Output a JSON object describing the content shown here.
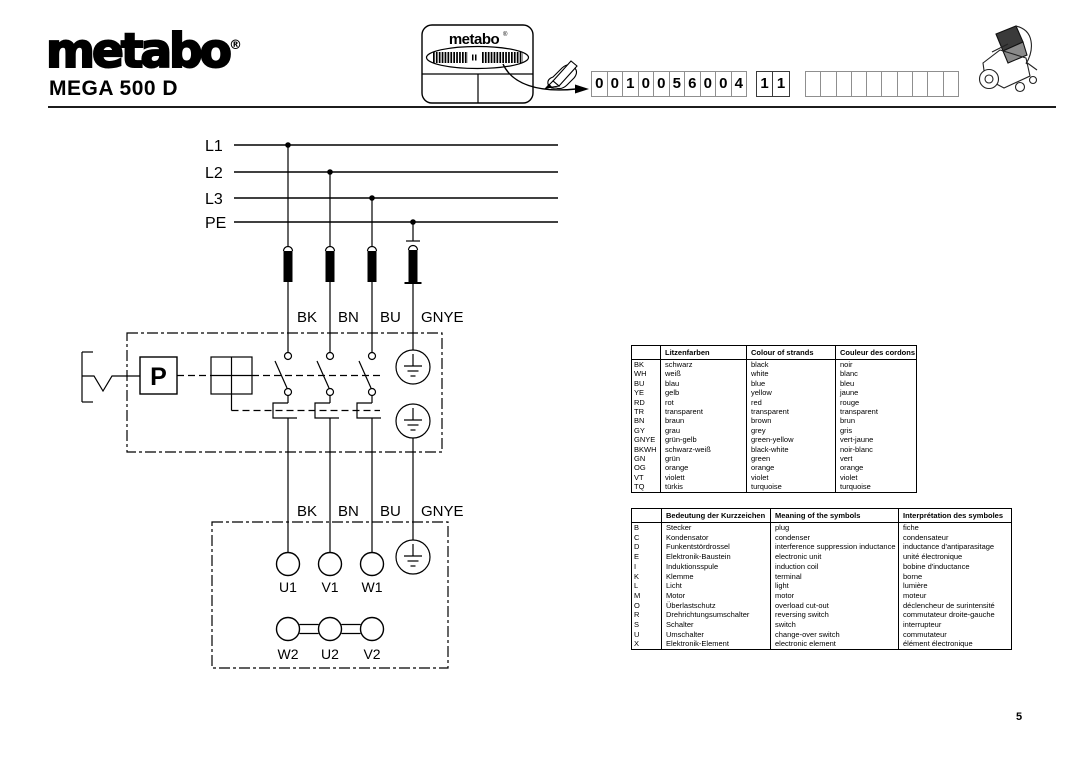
{
  "page": {
    "page_number": "5"
  },
  "header": {
    "brand": "metabo",
    "registered": "®",
    "model": "MEGA 500 D"
  },
  "order_card": {
    "sticker_brand": "metabo",
    "sticker_registered": "®",
    "serial_digits": [
      "0",
      "0",
      "1",
      "0",
      "0",
      "5",
      "6",
      "0",
      "0",
      "4"
    ],
    "index_digits": [
      "1",
      "1"
    ]
  },
  "diagram": {
    "bus_labels": [
      "L1",
      "L2",
      "L3",
      "PE"
    ],
    "wire_labels_top": [
      "BK",
      "BN",
      "BU",
      "GNYE"
    ],
    "wire_labels_bottom": [
      "BK",
      "BN",
      "BU",
      "GNYE"
    ],
    "pressure_switch": "P",
    "terminals_top": [
      "U1",
      "V1",
      "W1"
    ],
    "terminals_bottom": [
      "W2",
      "U2",
      "V2"
    ]
  },
  "color_table": {
    "headers": [
      "",
      "Litzenfarben",
      "Colour of strands",
      "Couleur des cordons"
    ],
    "rows": [
      [
        "BK",
        "schwarz",
        "black",
        "noir"
      ],
      [
        "WH",
        "weiß",
        "white",
        "blanc"
      ],
      [
        "BU",
        "blau",
        "blue",
        "bleu"
      ],
      [
        "YE",
        "gelb",
        "yellow",
        "jaune"
      ],
      [
        "RD",
        "rot",
        "red",
        "rouge"
      ],
      [
        "TR",
        "transparent",
        "transparent",
        "transparent"
      ],
      [
        "BN",
        "braun",
        "brown",
        "brun"
      ],
      [
        "GY",
        "grau",
        "grey",
        "gris"
      ],
      [
        "GNYE",
        "grün-gelb",
        "green-yellow",
        "vert-jaune"
      ],
      [
        "BKWH",
        "schwarz-weiß",
        "black-white",
        "noir-blanc"
      ],
      [
        "GN",
        "grün",
        "green",
        "vert"
      ],
      [
        "OG",
        "orange",
        "orange",
        "orange"
      ],
      [
        "VT",
        "violett",
        "violet",
        "violet"
      ],
      [
        "TQ",
        "türkis",
        "turquoise",
        "turquoise"
      ]
    ]
  },
  "symbol_table": {
    "headers": [
      "",
      "Bedeutung der Kurzzeichen",
      "Meaning of the symbols",
      "Interprétation des symboles"
    ],
    "rows": [
      [
        "B",
        "Stecker",
        "plug",
        "fiche"
      ],
      [
        "C",
        "Kondensator",
        "condenser",
        "condensateur"
      ],
      [
        "D",
        "Funkentstördrossel",
        "interference suppression inductance",
        "inductance d'antiparasitage"
      ],
      [
        "E",
        "Elektronik-Baustein",
        "electronic unit",
        "unité électronique"
      ],
      [
        "I",
        "Induktionsspule",
        "induction coil",
        "bobine d'inductance"
      ],
      [
        "K",
        "Klemme",
        "terminal",
        "borne"
      ],
      [
        "L",
        "Licht",
        "light",
        "lumière"
      ],
      [
        "M",
        "Motor",
        "motor",
        "moteur"
      ],
      [
        "O",
        "Überlastschutz",
        "overload cut-out",
        "déclencheur de surintensité"
      ],
      [
        "R",
        "Drehrichtungsumschalter",
        "reversing switch",
        "commutateur droite-gauche"
      ],
      [
        "S",
        "Schalter",
        "switch",
        "interrupteur"
      ],
      [
        "U",
        "Umschalter",
        "change-over switch",
        "commutateur"
      ],
      [
        "X",
        "Elektronik-Element",
        "electronic element",
        "élément électronique"
      ]
    ]
  }
}
